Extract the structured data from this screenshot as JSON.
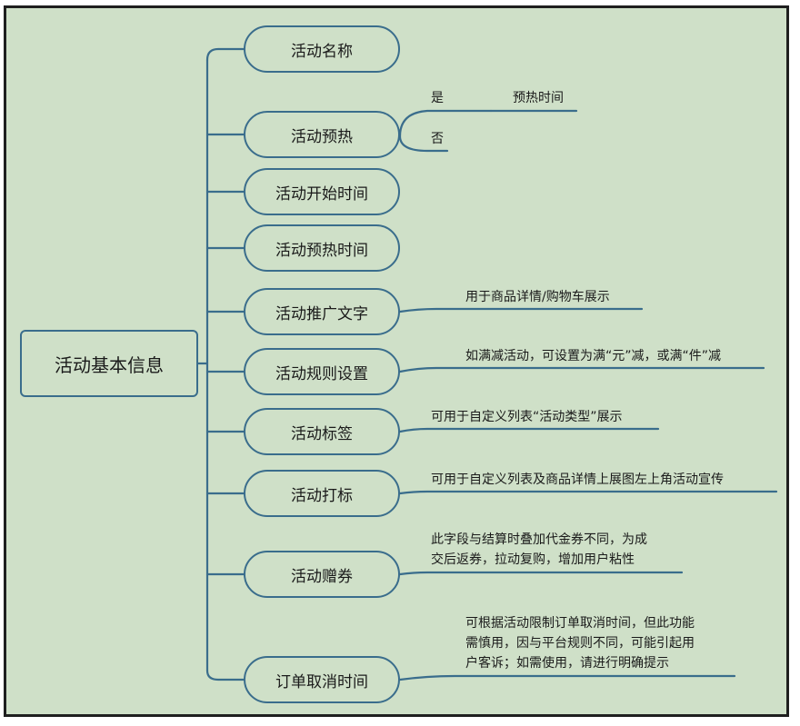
{
  "root": {
    "label": "活动基本信息"
  },
  "branches": [
    {
      "label": "活动名称"
    },
    {
      "label": "活动预热"
    },
    {
      "label": "活动开始时间"
    },
    {
      "label": "活动预热时间"
    },
    {
      "label": "活动推广文字"
    },
    {
      "label": "活动规则设置"
    },
    {
      "label": "活动标签"
    },
    {
      "label": "活动打标"
    },
    {
      "label": "活动赠券"
    },
    {
      "label": "订单取消时间"
    }
  ],
  "preheat_options": {
    "yes": "是",
    "yes_child": "预热时间",
    "no": "否"
  },
  "notes": {
    "promo_text": "用于商品详情/购物车展示",
    "rule_setting": "如满减活动，可设置为满“元”减，或满“件”减",
    "tag": "可用于自定义列表“活动类型”展示",
    "marking": "可用于自定义列表及商品详情上展图左上角活动宣传",
    "coupon_line1": "此字段与结算时叠加代金券不同，为成",
    "coupon_line2": "交后返券，拉动复购，增加用户粘性",
    "cancel_line1": "可根据活动限制订单取消时间，但此功能",
    "cancel_line2": "需慎用，因与平台规则不同，可能引起用",
    "cancel_line3": "户客诉；如需使用，请进行明确提示"
  },
  "colors": {
    "background": "#cfe0c8",
    "line": "#3a6d8c",
    "frame": "#1f1f1f"
  }
}
